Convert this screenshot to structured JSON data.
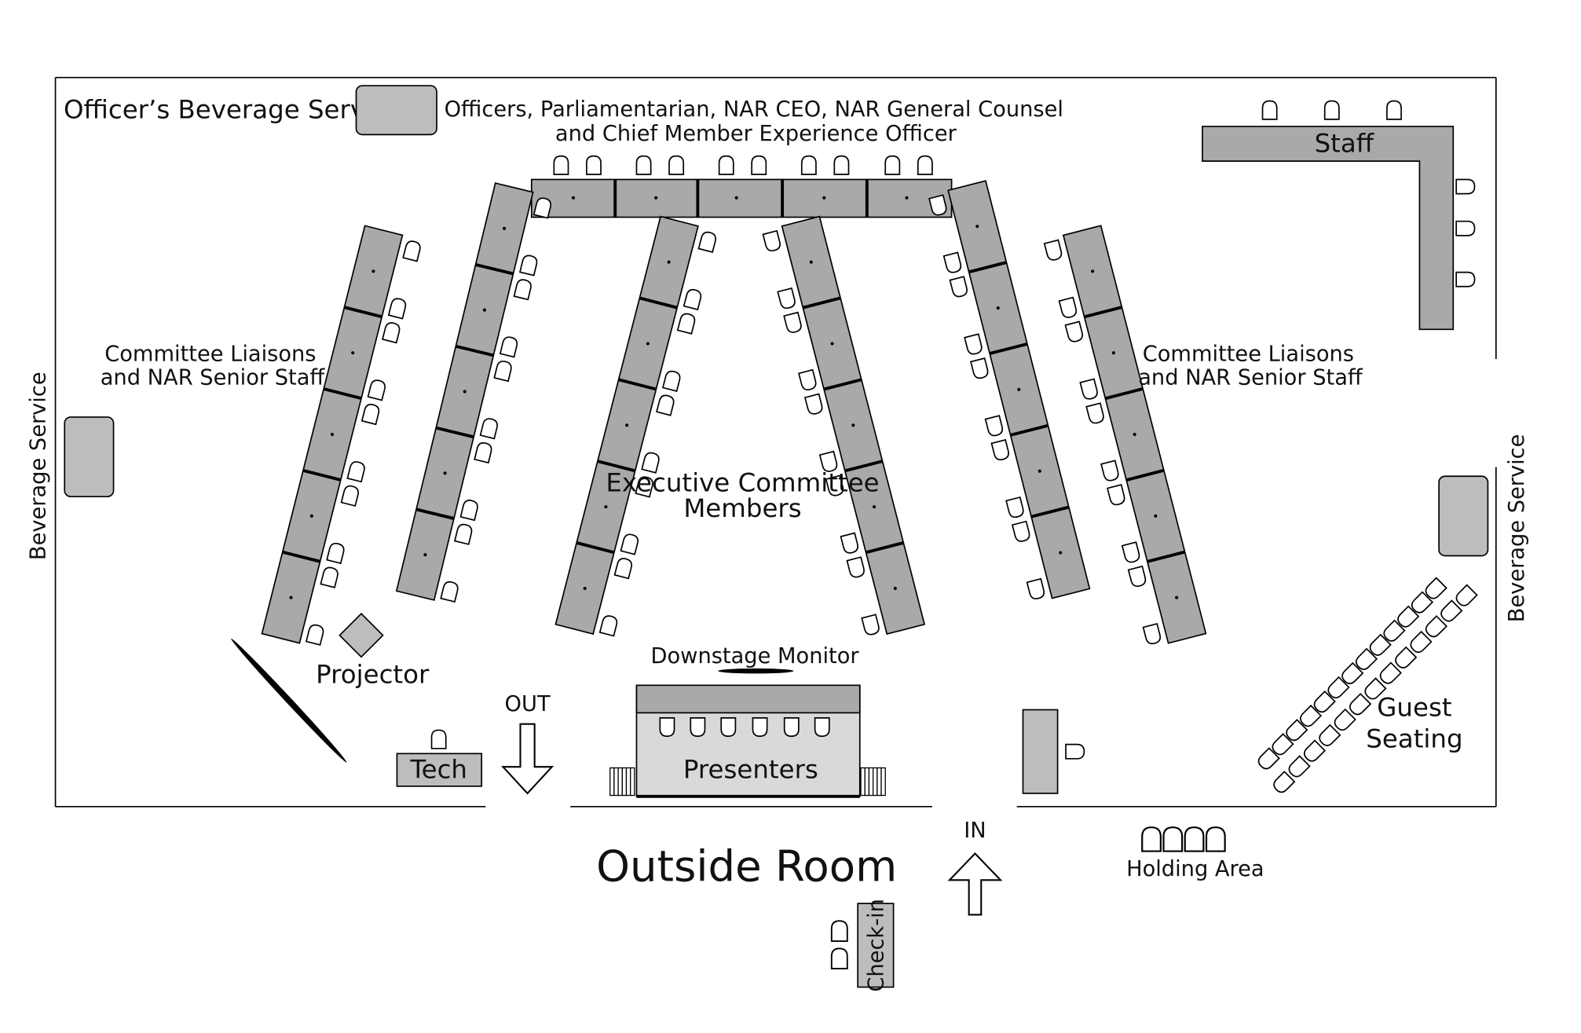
{
  "labels": {
    "officers_line1": "Officers, Parliamentarian, NAR CEO, NAR General Counsel",
    "officers_line2": "and Chief Member Experience Officer",
    "officer_beverage": "Officer’s Beverage Service",
    "staff": "Staff",
    "beverage_left": "Beverage Service",
    "beverage_right": "Beverage Service",
    "liaisons_left_line1": "Committee Liaisons",
    "liaisons_left_line2": "and NAR Senior Staff",
    "liaisons_right_line1": "Committee Liaisons",
    "liaisons_right_line2": "and NAR Senior Staff",
    "exec_line1": "Executive Committee",
    "exec_line2": "Members",
    "projector": "Projector",
    "downstage_monitor": "Downstage Monitor",
    "presenters": "Presenters",
    "tech": "Tech",
    "out": "OUT",
    "in": "IN",
    "outside_room": "Outside Room",
    "holding_area": "Holding Area",
    "guest_line1": "Guest",
    "guest_line2": "Seating",
    "check_in": "Check-in"
  },
  "colors": {
    "table_fill": "#a9a9a9",
    "side_table_fill": "#bdbdbd",
    "stage_fill": "#d9d9d9",
    "stroke": "#000000"
  }
}
